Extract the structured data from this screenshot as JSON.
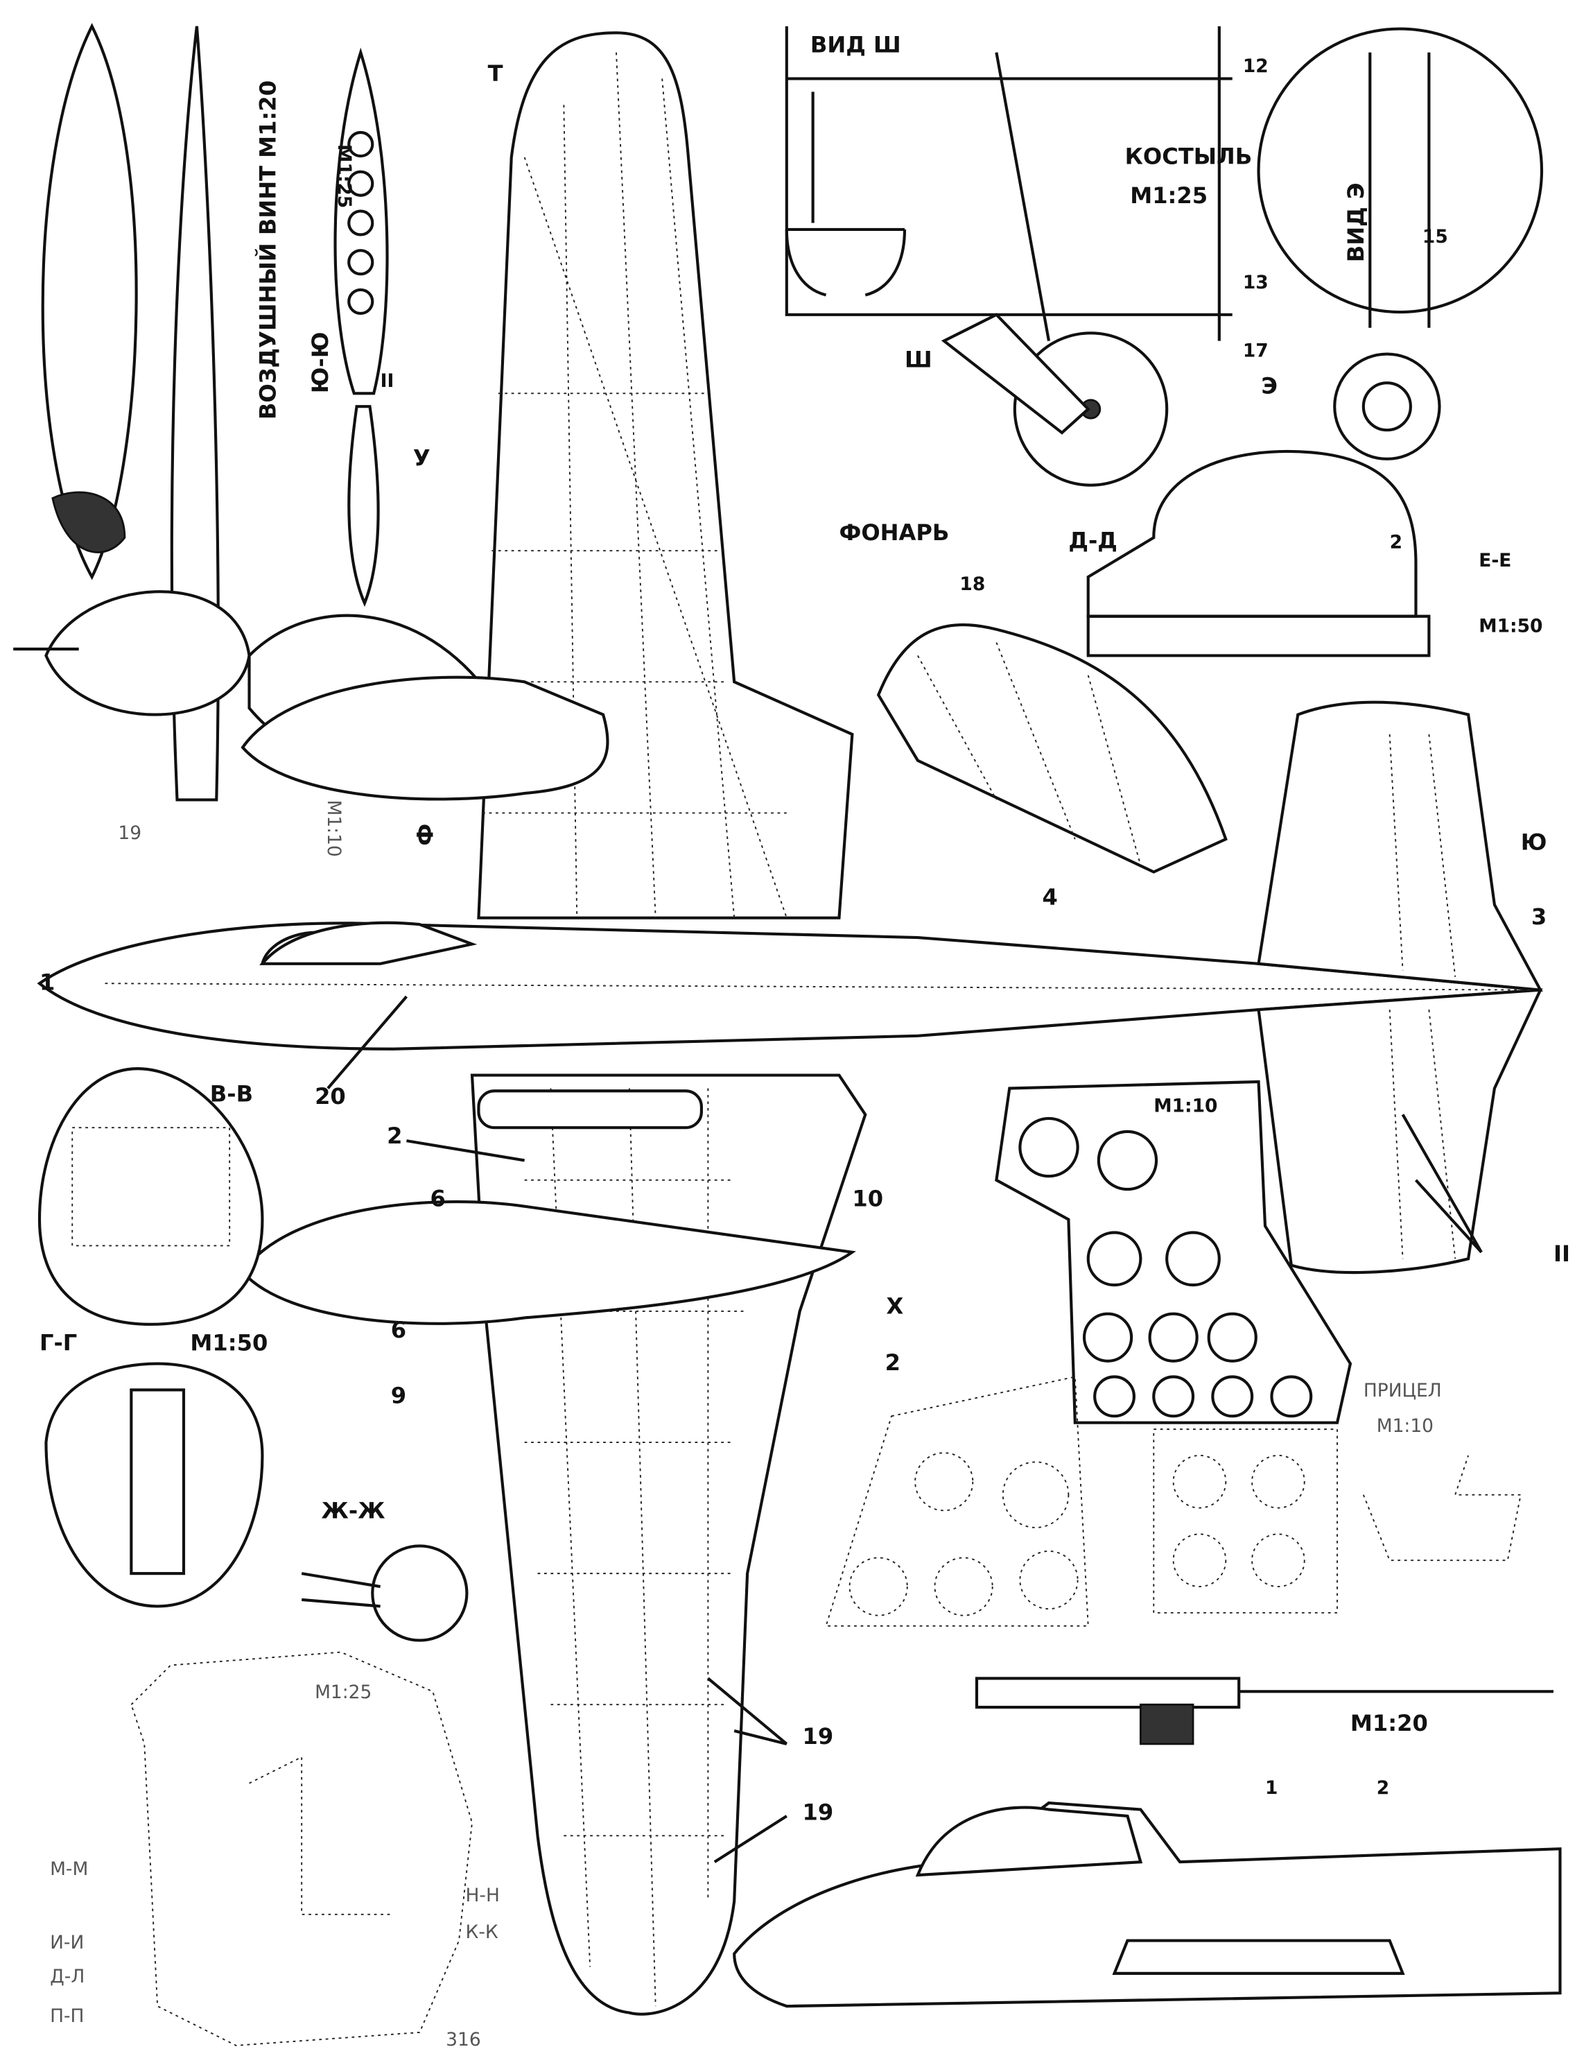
{
  "propeller": {
    "title": "ВОЗДУШНЫЙ ВИНТ М1:20",
    "blade_scale": "М1:25",
    "blade_num": "II"
  },
  "section_labels": {
    "yu_yu": "Ю-Ю",
    "m110_left": "М1:10",
    "f": "Ф",
    "u": "У",
    "t": "Т",
    "kh": "Х",
    "yu": "Ю",
    "v_v": "В-В",
    "g_g": "Г-Г",
    "m150_left": "М1:50",
    "zh_zh": "Ж-Ж",
    "d_d": "Д-Д",
    "e_e": "Е-Е",
    "m150_right": "М1:50"
  },
  "tailwheel": {
    "vid_sh": "ВИД Ш",
    "kostyl": "КОСТЫЛЬ",
    "scale": "М1:25",
    "vid_e": "ВИД Э",
    "sh": "Ш",
    "e": "Э",
    "n12": "12",
    "n13": "13",
    "n15": "15",
    "n17": "17"
  },
  "canopy": {
    "title": "ФОНАРЬ",
    "n18": "18",
    "n2": "2"
  },
  "callouts": {
    "n1": "1",
    "n2a": "2",
    "n2b": "2",
    "n3": "3",
    "n4": "4",
    "n6a": "6",
    "n6b": "6",
    "n9": "9",
    "n10": "10",
    "n11": "II",
    "n19a": "19",
    "n19b": "19",
    "n19c": "19",
    "n20": "20"
  },
  "panel": {
    "scale": "М1:10",
    "sight": "ПРИЦЕЛ",
    "sight_scale": "М1:10"
  },
  "gun": {
    "scale": "М1:20",
    "n1": "1",
    "n2": "2"
  },
  "bottom_left": {
    "scale": "М1:25",
    "sections": [
      "М-М",
      "И-И",
      "Д-Л",
      "П-П"
    ],
    "sections_right": [
      "Н-Н",
      "К-К"
    ],
    "page": "316"
  }
}
